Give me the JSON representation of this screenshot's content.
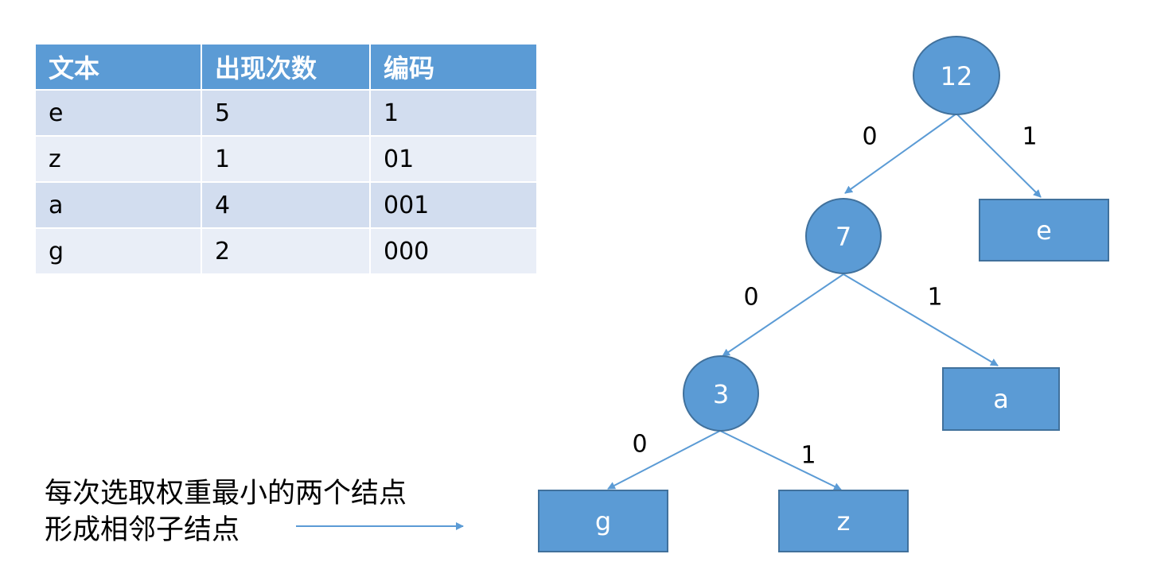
{
  "table": {
    "headers": [
      "文本",
      "出现次数",
      "编码"
    ],
    "rows": [
      [
        "e",
        "5",
        "1"
      ],
      [
        "z",
        "1",
        "01"
      ],
      [
        "a",
        "4",
        "001"
      ],
      [
        "g",
        "2",
        "000"
      ]
    ]
  },
  "caption": {
    "line1": "每次选取权重最小的两个结点",
    "line2": "形成相邻子结点"
  },
  "tree": {
    "nodes": {
      "n12": "12",
      "n7": "7",
      "n3": "3",
      "leaf_e": "e",
      "leaf_a": "a",
      "leaf_g": "g",
      "leaf_z": "z"
    },
    "edge_labels": {
      "n12_n7": "0",
      "n12_e": "1",
      "n7_n3": "0",
      "n7_a": "1",
      "n3_g": "0",
      "n3_z": "1"
    }
  },
  "colors": {
    "node_fill": "#5b9bd5",
    "node_stroke": "#41719c",
    "edge": "#5b9bd5",
    "table_header": "#5b9bd5",
    "table_row_odd": "#d2ddef",
    "table_row_even": "#e9eef7"
  }
}
